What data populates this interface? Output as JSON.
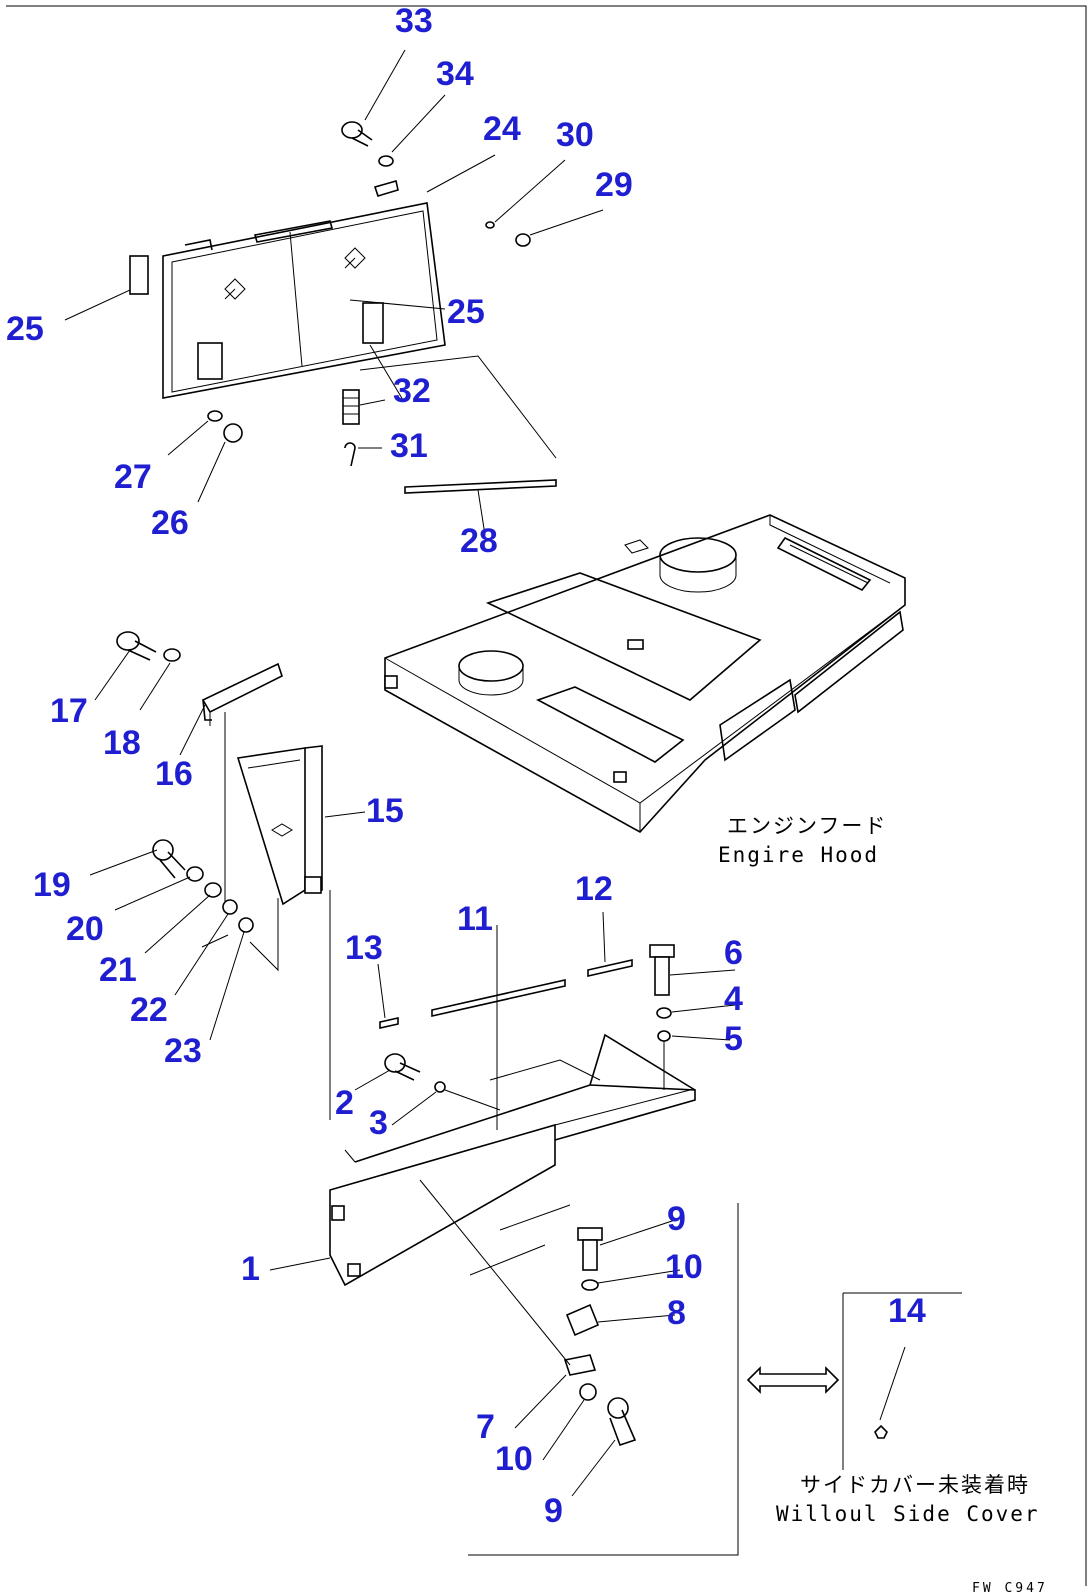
{
  "diagram": {
    "part_numbers": [
      {
        "id": "33",
        "text": "33"
      },
      {
        "id": "34",
        "text": "34"
      },
      {
        "id": "24",
        "text": "24"
      },
      {
        "id": "30",
        "text": "30"
      },
      {
        "id": "29",
        "text": "29"
      },
      {
        "id": "25a",
        "text": "25"
      },
      {
        "id": "25b",
        "text": "25"
      },
      {
        "id": "32",
        "text": "32"
      },
      {
        "id": "31",
        "text": "31"
      },
      {
        "id": "27",
        "text": "27"
      },
      {
        "id": "26",
        "text": "26"
      },
      {
        "id": "28",
        "text": "28"
      },
      {
        "id": "17",
        "text": "17"
      },
      {
        "id": "18",
        "text": "18"
      },
      {
        "id": "16",
        "text": "16"
      },
      {
        "id": "15",
        "text": "15"
      },
      {
        "id": "19",
        "text": "19"
      },
      {
        "id": "20",
        "text": "20"
      },
      {
        "id": "21",
        "text": "21"
      },
      {
        "id": "22",
        "text": "22"
      },
      {
        "id": "23",
        "text": "23"
      },
      {
        "id": "12",
        "text": "12"
      },
      {
        "id": "11",
        "text": "11"
      },
      {
        "id": "13",
        "text": "13"
      },
      {
        "id": "6",
        "text": "6"
      },
      {
        "id": "4",
        "text": "4"
      },
      {
        "id": "5",
        "text": "5"
      },
      {
        "id": "2",
        "text": "2"
      },
      {
        "id": "3",
        "text": "3"
      },
      {
        "id": "1",
        "text": "1"
      },
      {
        "id": "9a",
        "text": "9"
      },
      {
        "id": "10a",
        "text": "10"
      },
      {
        "id": "8",
        "text": "8"
      },
      {
        "id": "7",
        "text": "7"
      },
      {
        "id": "10b",
        "text": "10"
      },
      {
        "id": "9b",
        "text": "9"
      },
      {
        "id": "14",
        "text": "14"
      }
    ],
    "engine_hood_jp": "エンジンフード",
    "engine_hood_en": "Engire Hood",
    "side_cover_jp": "サイドカバー未装着時",
    "side_cover_en": "Willoul Side Cover",
    "drawing_code": "FW C947"
  }
}
